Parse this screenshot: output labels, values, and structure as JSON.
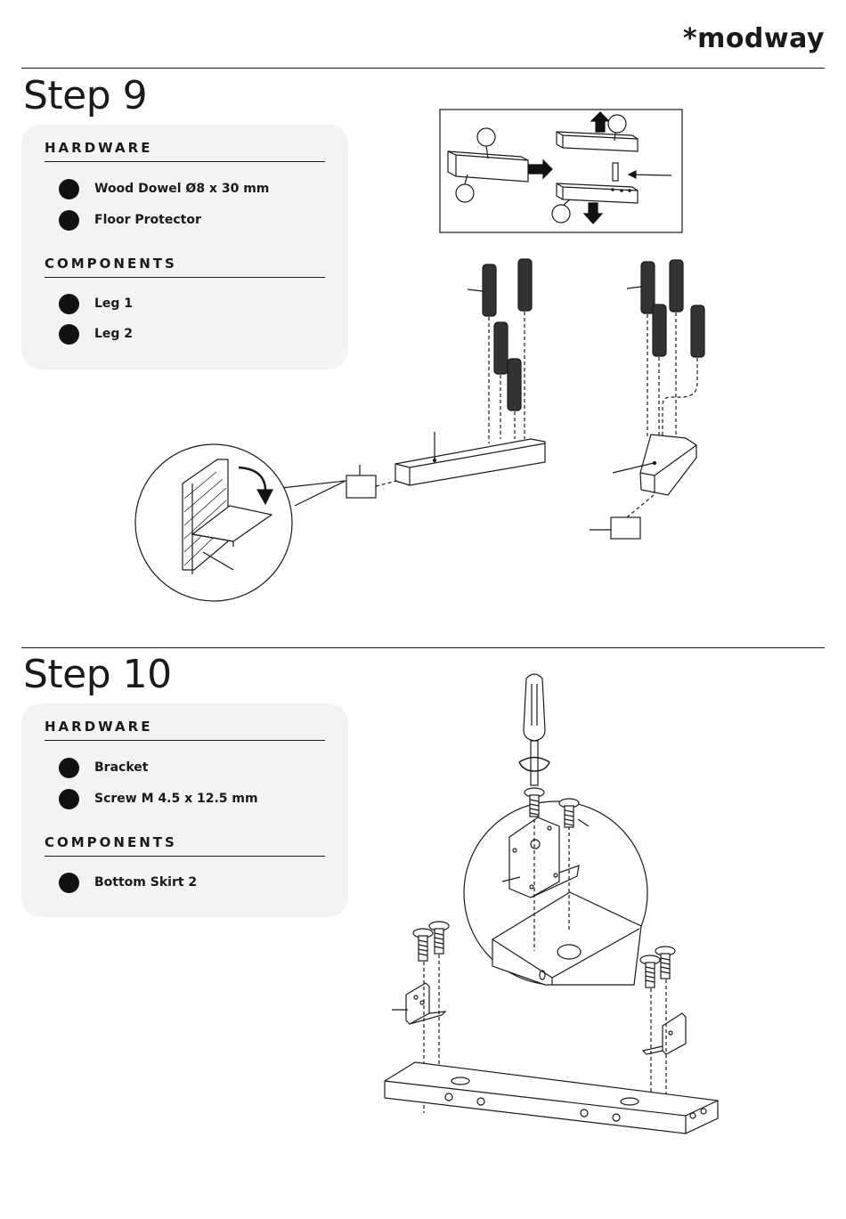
{
  "brand": {
    "logo_text": "*modway"
  },
  "step9": {
    "title": "Step 9",
    "hardware_heading": "HARDWARE",
    "hardware_items": [
      "Wood Dowel Ø8 x 30 mm",
      "Floor Protector"
    ],
    "components_heading": "COMPONENTS",
    "components_items": [
      "Leg 1",
      "Leg 2"
    ]
  },
  "step10": {
    "title": "Step 10",
    "hardware_heading": "HARDWARE",
    "hardware_items": [
      "Bracket",
      "Screw M 4.5 x 12.5 mm"
    ],
    "components_heading": "COMPONENTS",
    "components_items": [
      "Bottom Skirt 2"
    ]
  },
  "colors": {
    "ink": "#1a1a1a",
    "panel": "#f3f3f3",
    "marker": "#111111"
  },
  "icons": {
    "arrows": [
      "arrow-up-icon",
      "arrow-right-icon",
      "arrow-down-icon"
    ],
    "tools": [
      "screwdriver-icon"
    ]
  }
}
